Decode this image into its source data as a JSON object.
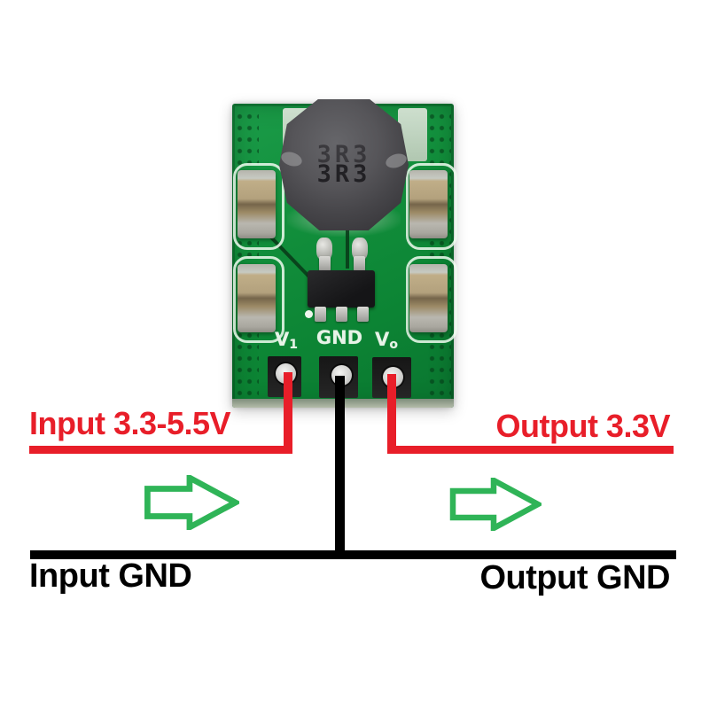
{
  "board": {
    "inductor_marking": "3R3",
    "pins": [
      {
        "name": "vin",
        "label": "V",
        "sub": "1"
      },
      {
        "name": "gnd",
        "label": "GND",
        "sub": ""
      },
      {
        "name": "vout",
        "label": "V",
        "sub": "o"
      }
    ]
  },
  "annotations": {
    "input_voltage": "Input 3.3-5.5V",
    "output_voltage": "Output 3.3V",
    "input_gnd": "Input GND",
    "output_gnd": "Output GND"
  },
  "colors": {
    "annotation_red": "#e81e29",
    "wire_black": "#000000",
    "arrow_green": "#2fb457",
    "pcb_green": "#0f8c3a",
    "background": "#ffffff"
  }
}
